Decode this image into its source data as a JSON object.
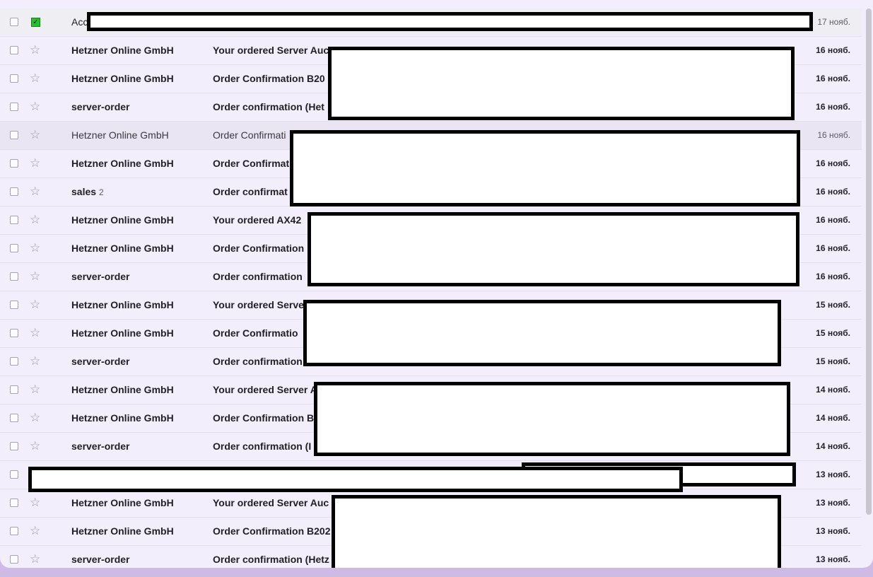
{
  "emails": [
    {
      "sender": "Acc",
      "count": "",
      "subject": "",
      "date": "17 нояб.",
      "read": false,
      "selected": true,
      "starred_icon": "star-outline-icon"
    },
    {
      "sender": "Hetzner Online GmbH",
      "count": "",
      "subject": "Your ordered Server Auc",
      "date": "16 нояб.",
      "read": false
    },
    {
      "sender": "Hetzner Online GmbH",
      "count": "",
      "subject": "Order Confirmation B20",
      "date": "16 нояб.",
      "read": false
    },
    {
      "sender": "server-order",
      "count": "",
      "subject": "Order confirmation (Het",
      "date": "16 нояб.",
      "read": false
    },
    {
      "sender": "Hetzner Online GmbH",
      "count": "",
      "subject": "Order Confirmati",
      "date": "16 нояб.",
      "read": true
    },
    {
      "sender": "Hetzner Online GmbH",
      "count": "",
      "subject": "Order Confirmat",
      "date": "16 нояб.",
      "read": false
    },
    {
      "sender": "sales",
      "count": "2",
      "subject": "Order confirmat",
      "date": "16 нояб.",
      "read": false
    },
    {
      "sender": "Hetzner Online GmbH",
      "count": "",
      "subject": "Your ordered AX42",
      "date": "16 нояб.",
      "read": false
    },
    {
      "sender": "Hetzner Online GmbH",
      "count": "",
      "subject": "Order Confirmation",
      "date": "16 нояб.",
      "read": false
    },
    {
      "sender": "server-order",
      "count": "",
      "subject": "Order confirmation",
      "date": "16 нояб.",
      "read": false
    },
    {
      "sender": "Hetzner Online GmbH",
      "count": "",
      "subject": "Your ordered Serve",
      "date": "15 нояб.",
      "read": false
    },
    {
      "sender": "Hetzner Online GmbH",
      "count": "",
      "subject": "Order Confirmatio",
      "date": "15 нояб.",
      "read": false
    },
    {
      "sender": "server-order",
      "count": "",
      "subject": "Order confirmation",
      "date": "15 нояб.",
      "read": false
    },
    {
      "sender": "Hetzner Online GmbH",
      "count": "",
      "subject": "Your ordered Server A",
      "date": "14 нояб.",
      "read": false
    },
    {
      "sender": "Hetzner Online GmbH",
      "count": "",
      "subject": "Order Confirmation B",
      "date": "14 нояб.",
      "read": false
    },
    {
      "sender": "server-order",
      "count": "",
      "subject": "Order confirmation (I",
      "date": "14 нояб.",
      "read": false
    },
    {
      "sender": "",
      "count": "",
      "subject": "",
      "date": "13 нояб.",
      "read": false,
      "no_star": true
    },
    {
      "sender": "Hetzner Online GmbH",
      "count": "",
      "subject": "Your ordered Server Auc",
      "date": "13 нояб.",
      "read": false
    },
    {
      "sender": "Hetzner Online GmbH",
      "count": "",
      "subject": "Order Confirmation B202",
      "date": "13 нояб.",
      "read": false
    },
    {
      "sender": "server-order",
      "count": "",
      "subject": "Order confirmation (Hetz",
      "date": "13 нояб.",
      "read": false
    }
  ],
  "icons": {
    "checkbox": "checkbox-icon",
    "star": "star-outline-icon",
    "checked": "checkmark-icon"
  },
  "colors": {
    "background": "#f2eefb",
    "selected_flag": "#22c22a",
    "frame": "#cdbbe6"
  }
}
